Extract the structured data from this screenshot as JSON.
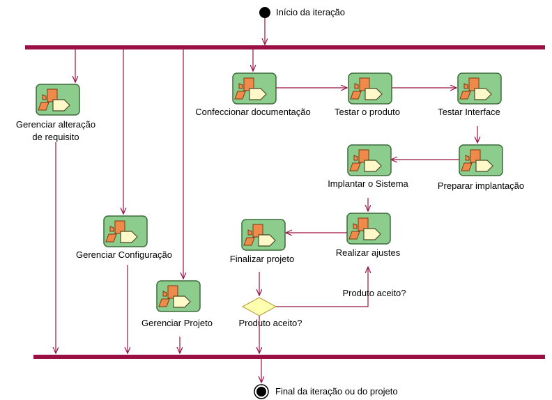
{
  "colors": {
    "line": "#9b1044",
    "bar": "#9b1044",
    "activity_fill": "#8ccc8c",
    "activity_border": "#3d6b3d",
    "decision_fill": "#ffffb0",
    "decision_border": "#b8a040",
    "node": "#000000",
    "icon_orange": "#f08a4b",
    "icon_cream": "#fff8c8"
  },
  "start": {
    "label": "Início da iteração"
  },
  "end": {
    "label": "Final da iteração ou do projeto"
  },
  "activities": {
    "gerenciar_requisito": {
      "label_line1": "Gerenciar alteração",
      "label_line2": "de requisito"
    },
    "gerenciar_configuracao": {
      "label": "Gerenciar Configuração"
    },
    "gerenciar_projeto": {
      "label": "Gerenciar Projeto"
    },
    "confeccionar_documentacao": {
      "label": "Confeccionar documentação"
    },
    "testar_produto": {
      "label": "Testar o produto"
    },
    "testar_interface": {
      "label": "Testar Interface"
    },
    "preparar_implantacao": {
      "label": "Preparar implantação"
    },
    "implantar_sistema": {
      "label": "Implantar o Sistema"
    },
    "realizar_ajustes": {
      "label": "Realizar ajustes"
    },
    "finalizar_projeto": {
      "label": "Finalizar projeto"
    }
  },
  "decision": {
    "label": "Produto aceito?",
    "guard": "Produto aceito?"
  }
}
